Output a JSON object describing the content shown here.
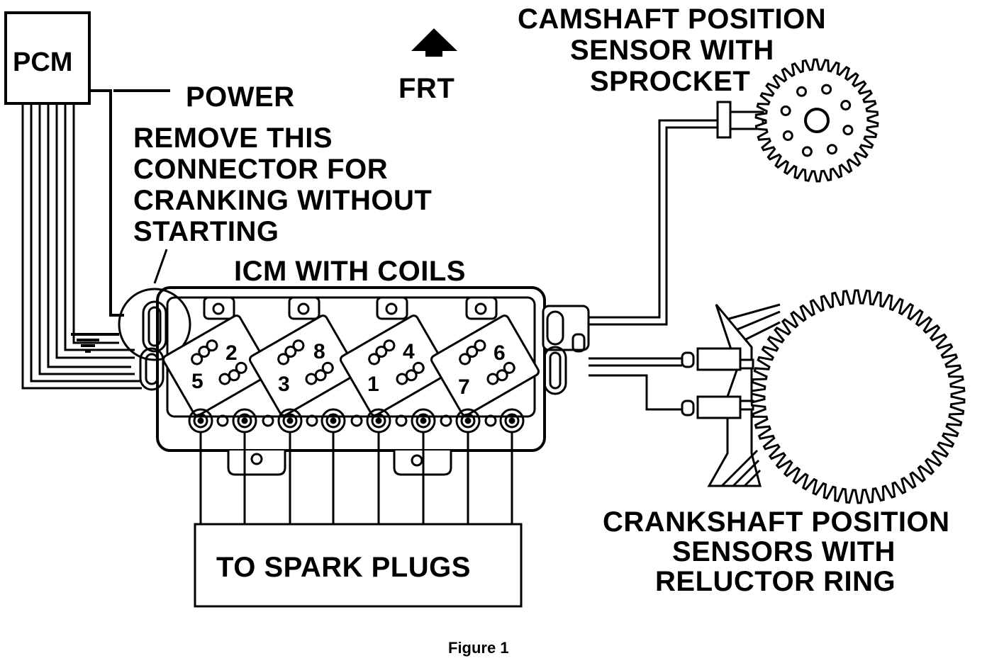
{
  "labels": {
    "pcm": "PCM",
    "power": "POWER",
    "frt": "FRT",
    "remove_line1": "REMOVE THIS",
    "remove_line2": "CONNECTOR FOR",
    "remove_line3": "CRANKING WITHOUT",
    "remove_line4": "STARTING",
    "icm": "ICM WITH COILS",
    "cam_line1": "CAMSHAFT POSITION",
    "cam_line2": "SENSOR WITH",
    "cam_line3": "SPROCKET",
    "crank_line1": "CRANKSHAFT POSITION",
    "crank_line2": "SENSORS WITH",
    "crank_line3": "RELUCTOR RING",
    "spark": "TO SPARK PLUGS",
    "caption": "Figure 1"
  },
  "coils": [
    {
      "top": "2",
      "bottom": "5"
    },
    {
      "top": "8",
      "bottom": "3"
    },
    {
      "top": "4",
      "bottom": "1"
    },
    {
      "top": "6",
      "bottom": "7"
    }
  ],
  "colors": {
    "ink": "#000000",
    "paper": "#ffffff"
  }
}
